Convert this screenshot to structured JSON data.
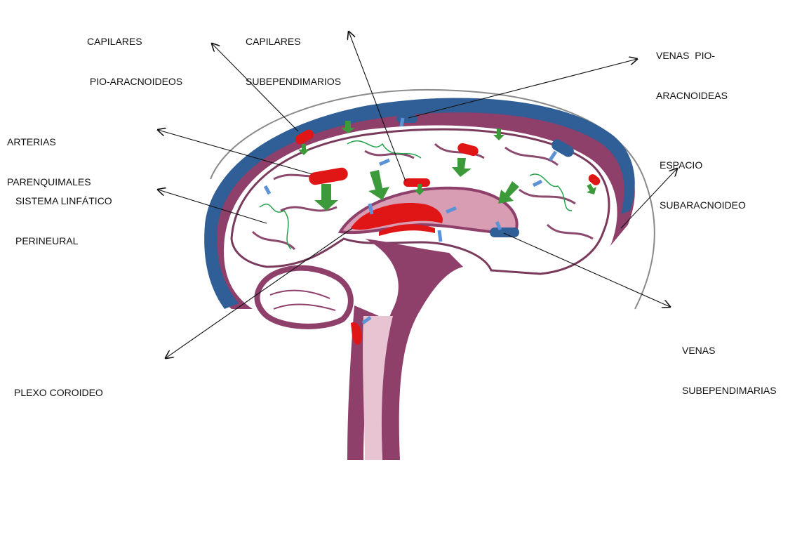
{
  "labels": {
    "capilares_pio": {
      "line1": "CAPILARES",
      "line2": " PIO-ARACNOIDEOS"
    },
    "capilares_sub": {
      "line1": "CAPILARES",
      "line2": "SUBEPENDIMARIOS"
    },
    "venas_pio": {
      "line1": "VENAS  PIO-",
      "line2": "ARACNOIDEAS"
    },
    "arterias": {
      "line1": "ARTERIAS",
      "line2": "PARENQUIMALES"
    },
    "sistema": {
      "line1": "SISTEMA LINFÁTICO",
      "line2": "PERINEURAL"
    },
    "espacio": {
      "line1": "ESPACIO",
      "line2": "SUBARACNOIDEO"
    },
    "venas_sub": {
      "line1": "VENAS",
      "line2": "SUBEPENDIMARIAS"
    },
    "plexo": {
      "line1": "PLEXO COROIDEO"
    }
  },
  "colors": {
    "meninges": "#8e3f6a",
    "venous_sinus": "#2f5f96",
    "ventricle": "#d89cb3",
    "artery": "#e01515",
    "csf_flow_arrow": "#3d9a3a",
    "venous_arrow": "#5b93d6",
    "lymphatic": "#22a24a",
    "outline": "#6b6b6b"
  }
}
